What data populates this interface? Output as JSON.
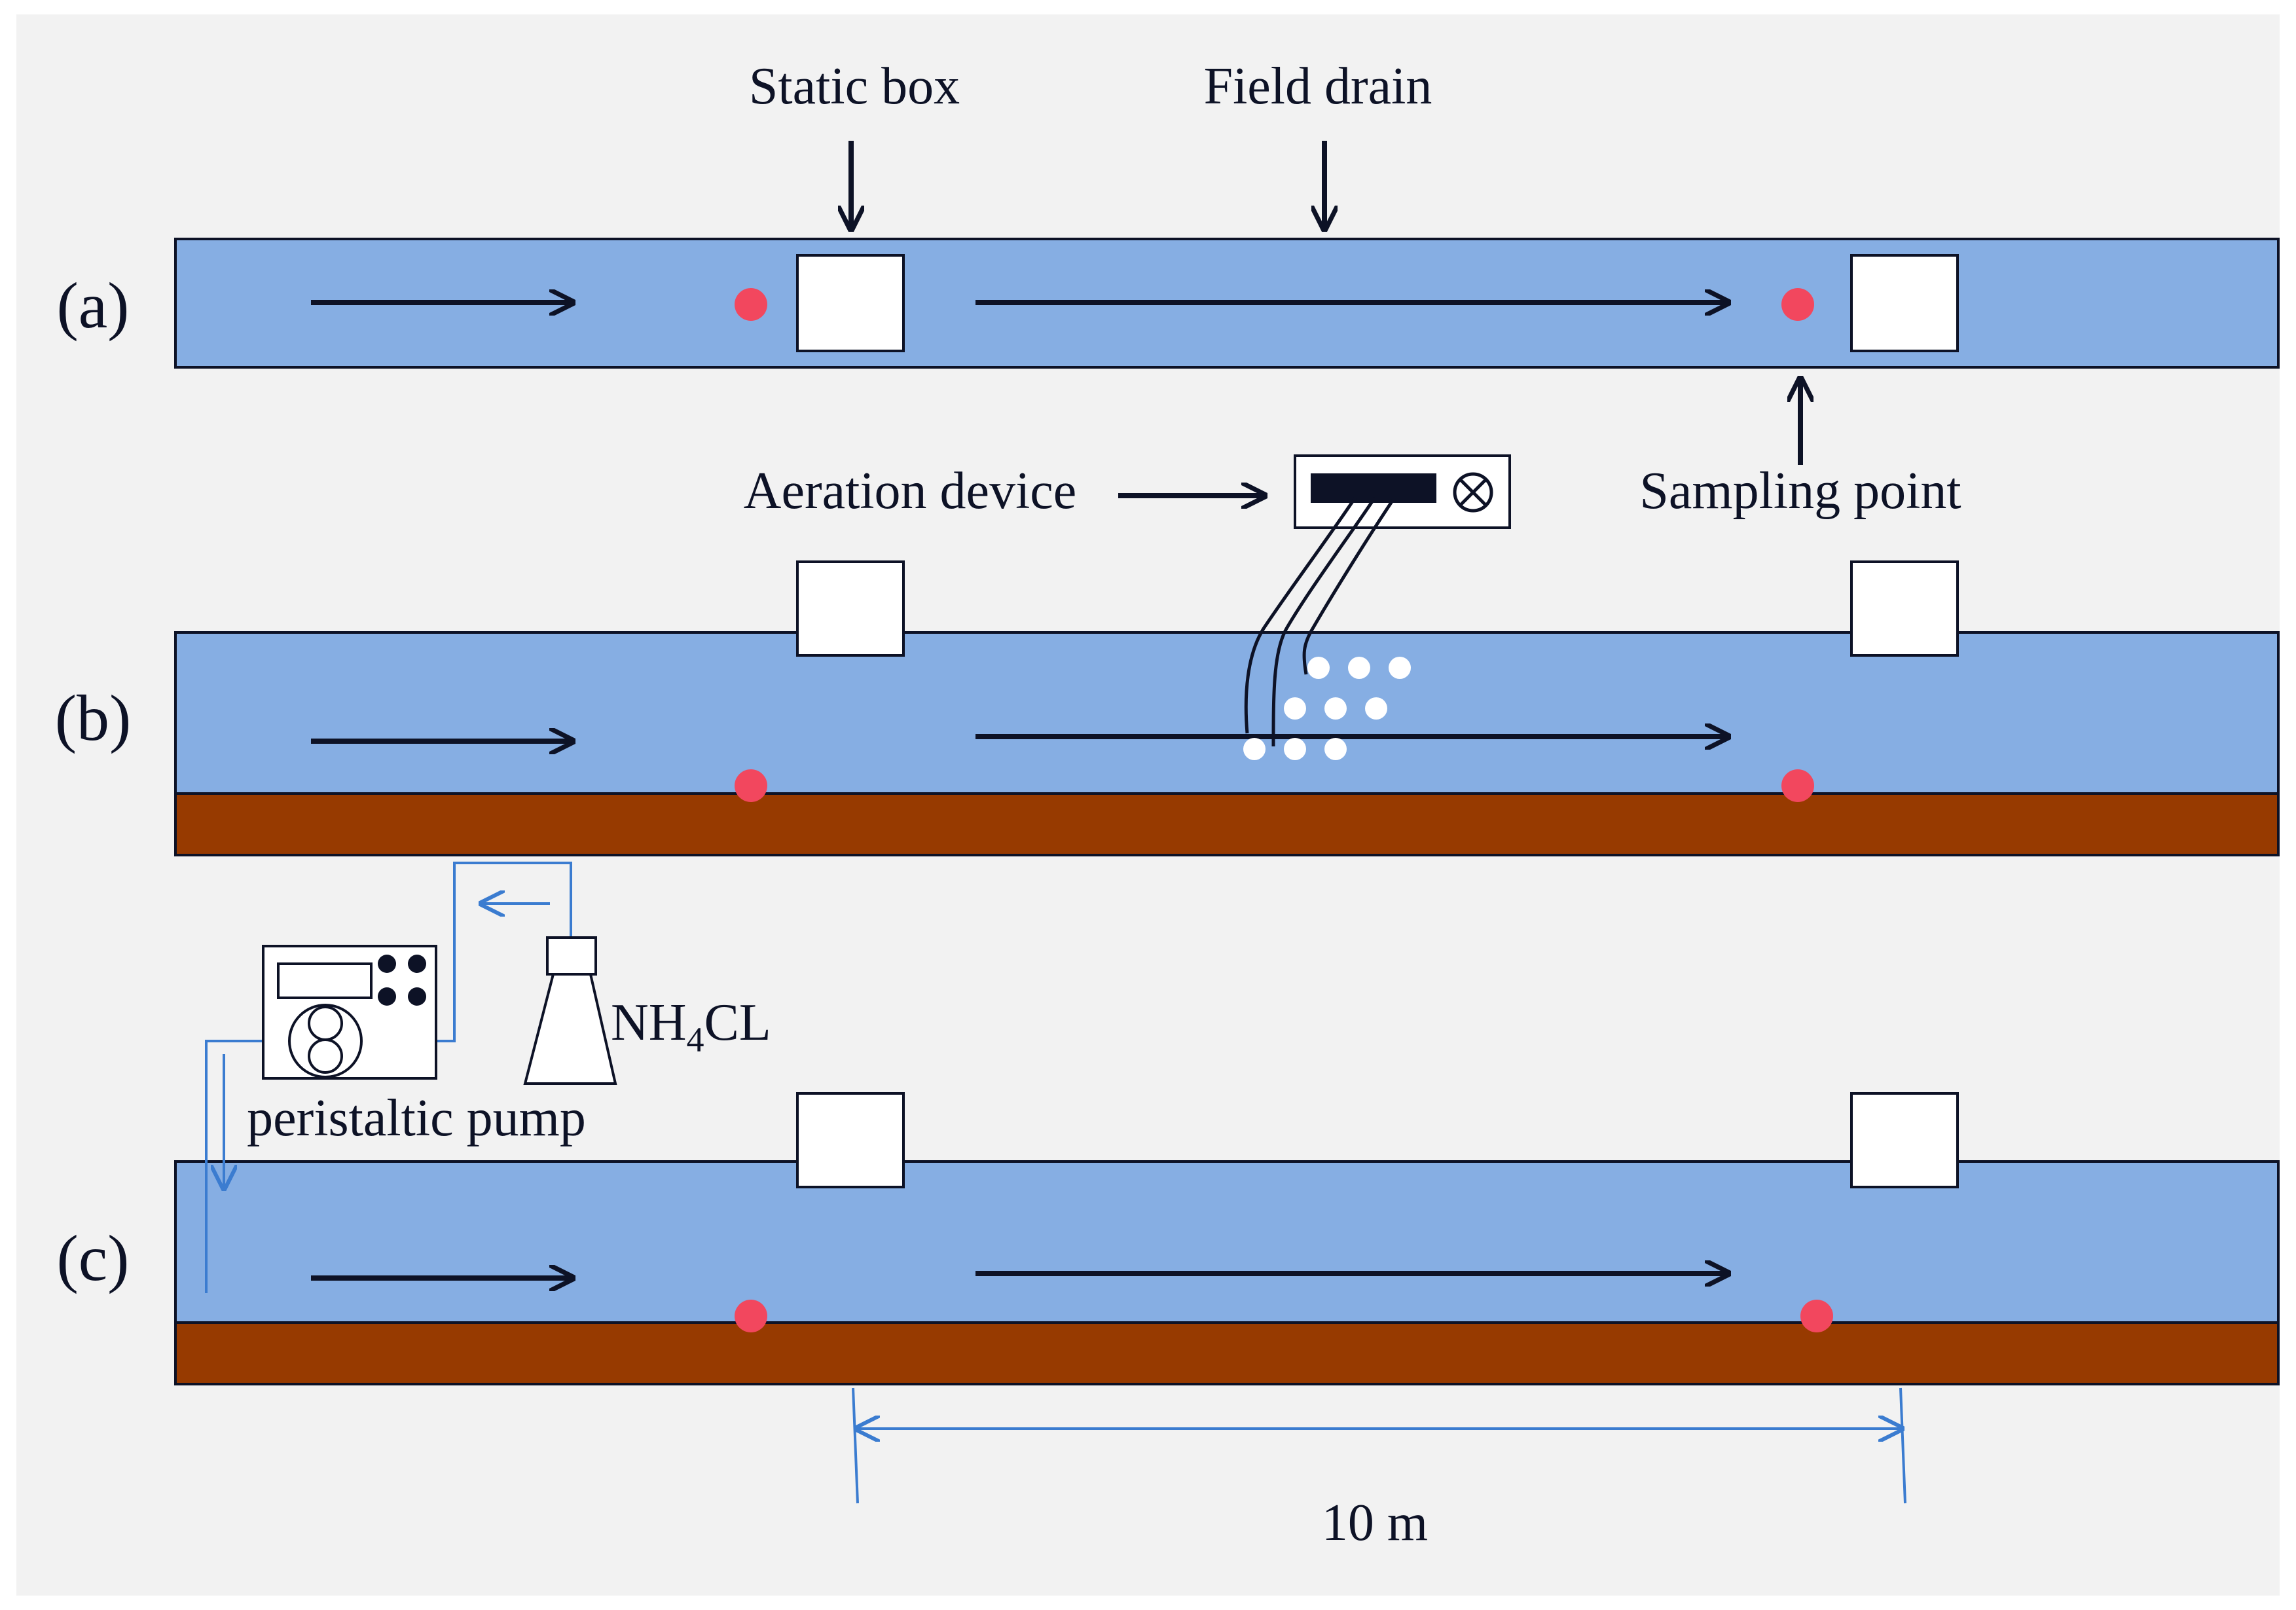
{
  "labels": {
    "static_box": "Static box",
    "field_drain": "Field drain",
    "aeration_device": "Aeration device",
    "sampling_point": "Sampling point",
    "nh4cl_prefix": "NH",
    "nh4cl_sub": "4",
    "nh4cl_suffix": "CL",
    "peristaltic_pump": "peristaltic pump",
    "distance": "10 m"
  },
  "panels": [
    {
      "label": "(a)"
    },
    {
      "label": "(b)"
    },
    {
      "label": "(c)"
    }
  ],
  "colors": {
    "background": "#f2f2f2",
    "water": "#86aee3",
    "sediment": "#973a00",
    "sampling_point": "#f2475e",
    "ink": "#0d1226",
    "tubing": "#3b7cd0",
    "box_fill": "#ffffff"
  }
}
